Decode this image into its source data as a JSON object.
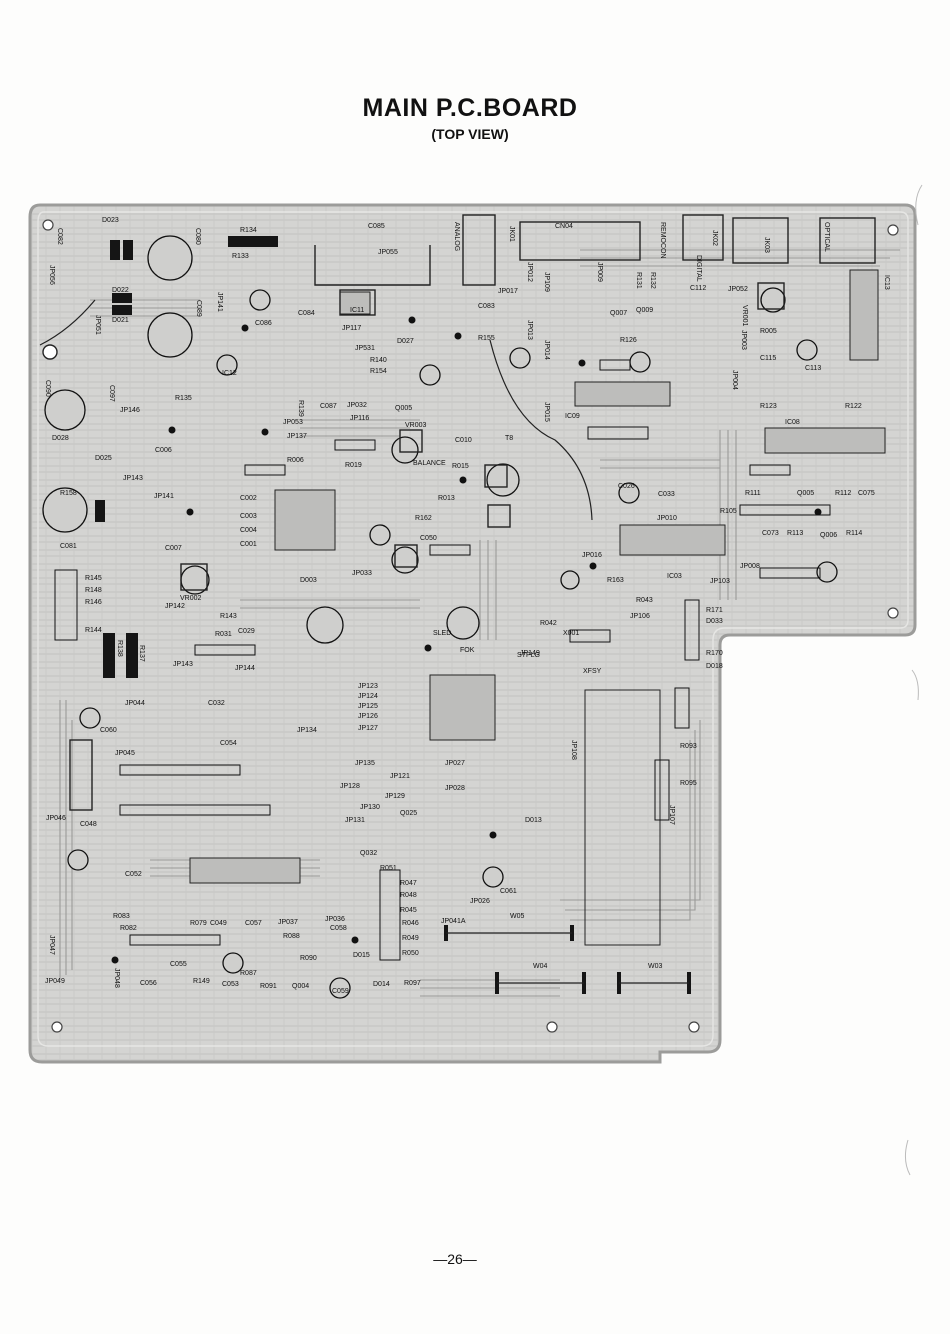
{
  "document": {
    "title": "MAIN P.C.BOARD",
    "subtitle": "(TOP VIEW)",
    "page_number": "—26—"
  },
  "colors": {
    "board_fill": "#d2d2d0",
    "board_edge": "#9c9c9a",
    "trace": "#8e8e8c",
    "ink": "#111111"
  },
  "icons": {
    "ic_chip": "ic-chip-icon",
    "capacitor": "electrolytic-capacitor-icon",
    "mount_hole": "mounting-hole-icon"
  },
  "labels": [
    {
      "id": "c082",
      "text": "C082",
      "vertical": true
    },
    {
      "id": "d023",
      "text": "D023",
      "vertical": false
    },
    {
      "id": "c080",
      "text": "C080",
      "vertical": true
    },
    {
      "id": "r134",
      "text": "R134",
      "vertical": false
    },
    {
      "id": "r133",
      "text": "R133",
      "vertical": false
    },
    {
      "id": "c085",
      "text": "C085",
      "vertical": false
    },
    {
      "id": "jp055",
      "text": "JP055",
      "vertical": false
    },
    {
      "id": "ic11",
      "text": "IC11",
      "vertical": false
    },
    {
      "id": "jp117",
      "text": "JP117",
      "vertical": false
    },
    {
      "id": "analog",
      "text": "ANALOG",
      "vertical": true
    },
    {
      "id": "jk01",
      "text": "JK01",
      "vertical": true
    },
    {
      "id": "cn04",
      "text": "CN04",
      "vertical": false
    },
    {
      "id": "remocon",
      "text": "REMOCON",
      "vertical": true
    },
    {
      "id": "jk02",
      "text": "JK02",
      "vertical": true
    },
    {
      "id": "digital",
      "text": "DIGITAL",
      "vertical": true
    },
    {
      "id": "jk03",
      "text": "JK03",
      "vertical": true
    },
    {
      "id": "optical",
      "text": "OPTICAL",
      "vertical": true
    },
    {
      "id": "ic13",
      "text": "IC13",
      "vertical": true
    },
    {
      "id": "jp056",
      "text": "JP056",
      "vertical": true
    },
    {
      "id": "jp051",
      "text": "JP051",
      "vertical": true
    },
    {
      "id": "d021",
      "text": "D021",
      "vertical": false
    },
    {
      "id": "d022",
      "text": "D022",
      "vertical": false
    },
    {
      "id": "c089",
      "text": "C089",
      "vertical": true
    },
    {
      "id": "jp141",
      "text": "JP141",
      "vertical": true
    },
    {
      "id": "c086",
      "text": "C086",
      "vertical": false
    },
    {
      "id": "c084",
      "text": "C084",
      "vertical": false
    },
    {
      "id": "jp531",
      "text": "JP531",
      "vertical": false
    },
    {
      "id": "d027",
      "text": "D027",
      "vertical": false
    },
    {
      "id": "r140",
      "text": "R140",
      "vertical": false
    },
    {
      "id": "r154",
      "text": "R154",
      "vertical": false
    },
    {
      "id": "c083",
      "text": "C083",
      "vertical": false
    },
    {
      "id": "r155",
      "text": "R155",
      "vertical": false
    },
    {
      "id": "jp017",
      "text": "JP017",
      "vertical": false
    },
    {
      "id": "jp012",
      "text": "JP012",
      "vertical": true
    },
    {
      "id": "jp109",
      "text": "JP109",
      "vertical": true
    },
    {
      "id": "jp009",
      "text": "JP009",
      "vertical": true
    },
    {
      "id": "r131",
      "text": "R131",
      "vertical": true
    },
    {
      "id": "r132",
      "text": "R132",
      "vertical": true
    },
    {
      "id": "c112",
      "text": "C112",
      "vertical": false
    },
    {
      "id": "jp052",
      "text": "JP052",
      "vertical": false
    },
    {
      "id": "ic12",
      "text": "IC12",
      "vertical": false
    },
    {
      "id": "q009",
      "text": "Q009",
      "vertical": false
    },
    {
      "id": "q007",
      "text": "Q007",
      "vertical": false
    },
    {
      "id": "r126",
      "text": "R126",
      "vertical": false
    },
    {
      "id": "jp013",
      "text": "JP013",
      "vertical": true
    },
    {
      "id": "jp014",
      "text": "JP014",
      "vertical": true
    },
    {
      "id": "vr001",
      "text": "VR001",
      "vertical": true
    },
    {
      "id": "r005",
      "text": "R005",
      "vertical": false
    },
    {
      "id": "c115",
      "text": "C115",
      "vertical": false
    },
    {
      "id": "c113",
      "text": "C113",
      "vertical": false
    },
    {
      "id": "jp004",
      "text": "JP004",
      "vertical": true
    },
    {
      "id": "jp003",
      "text": "JP003",
      "vertical": true
    },
    {
      "id": "c090",
      "text": "C090",
      "vertical": true
    },
    {
      "id": "c097",
      "text": "C097",
      "vertical": true
    },
    {
      "id": "jp146",
      "text": "JP146",
      "vertical": false
    },
    {
      "id": "r135",
      "text": "R135",
      "vertical": false
    },
    {
      "id": "r139",
      "text": "R139",
      "vertical": true
    },
    {
      "id": "c087",
      "text": "C087",
      "vertical": false
    },
    {
      "id": "jp032",
      "text": "JP032",
      "vertical": false
    },
    {
      "id": "jp116",
      "text": "JP116",
      "vertical": false
    },
    {
      "id": "q005",
      "text": "Q005",
      "vertical": false
    },
    {
      "id": "jp015",
      "text": "JP015",
      "vertical": true
    },
    {
      "id": "ic09",
      "text": "IC09",
      "vertical": false
    },
    {
      "id": "ic08",
      "text": "IC08",
      "vertical": false
    },
    {
      "id": "r123",
      "text": "R123",
      "vertical": false
    },
    {
      "id": "r122",
      "text": "R122",
      "vertical": false
    },
    {
      "id": "d028",
      "text": "D028",
      "vertical": false
    },
    {
      "id": "d025",
      "text": "D025",
      "vertical": false
    },
    {
      "id": "r158",
      "text": "R158",
      "vertical": false
    },
    {
      "id": "c006",
      "text": "C006",
      "vertical": false
    },
    {
      "id": "jp137",
      "text": "JP137",
      "vertical": false
    },
    {
      "id": "jp053",
      "text": "JP053",
      "vertical": false
    },
    {
      "id": "r006",
      "text": "R006",
      "vertical": false
    },
    {
      "id": "vr003",
      "text": "VR003",
      "vertical": false
    },
    {
      "id": "c010",
      "text": "C010",
      "vertical": false
    },
    {
      "id": "t8",
      "text": "T8",
      "vertical": false
    },
    {
      "id": "r015",
      "text": "R015",
      "vertical": false
    },
    {
      "id": "balance",
      "text": "BALANCE",
      "vertical": false
    },
    {
      "id": "jp143",
      "text": "JP143",
      "vertical": false
    },
    {
      "id": "jp141b",
      "text": "JP141",
      "vertical": false
    },
    {
      "id": "c002",
      "text": "C002",
      "vertical": false
    },
    {
      "id": "c003",
      "text": "C003",
      "vertical": false
    },
    {
      "id": "c004",
      "text": "C004",
      "vertical": false
    },
    {
      "id": "c001",
      "text": "C001",
      "vertical": false
    },
    {
      "id": "r019",
      "text": "R019",
      "vertical": false
    },
    {
      "id": "r013",
      "text": "R013",
      "vertical": false
    },
    {
      "id": "c026",
      "text": "C026",
      "vertical": false
    },
    {
      "id": "c033",
      "text": "C033",
      "vertical": false
    },
    {
      "id": "jp010",
      "text": "JP010",
      "vertical": false
    },
    {
      "id": "r105",
      "text": "R105",
      "vertical": false
    },
    {
      "id": "r111",
      "text": "R111",
      "vertical": false
    },
    {
      "id": "q005b",
      "text": "Q005",
      "vertical": false
    },
    {
      "id": "r112",
      "text": "R112",
      "vertical": false
    },
    {
      "id": "c075",
      "text": "C075",
      "vertical": false
    },
    {
      "id": "c081",
      "text": "C081",
      "vertical": false
    },
    {
      "id": "r145",
      "text": "R145",
      "vertical": false
    },
    {
      "id": "r148",
      "text": "R148",
      "vertical": false
    },
    {
      "id": "r146",
      "text": "R146",
      "vertical": false
    },
    {
      "id": "c073",
      "text": "C073",
      "vertical": false
    },
    {
      "id": "r113",
      "text": "R113",
      "vertical": false
    },
    {
      "id": "q006",
      "text": "Q006",
      "vertical": false
    },
    {
      "id": "r114",
      "text": "R114",
      "vertical": false
    },
    {
      "id": "c007",
      "text": "C007",
      "vertical": false
    },
    {
      "id": "vr002",
      "text": "VR002",
      "vertical": false
    },
    {
      "id": "jp033",
      "text": "JP033",
      "vertical": false
    },
    {
      "id": "d003",
      "text": "D003",
      "vertical": false
    },
    {
      "id": "r162",
      "text": "R162",
      "vertical": false
    },
    {
      "id": "c050",
      "text": "C050",
      "vertical": false
    },
    {
      "id": "jp016",
      "text": "JP016",
      "vertical": false
    },
    {
      "id": "r163",
      "text": "R163",
      "vertical": false
    },
    {
      "id": "ic03",
      "text": "IC03",
      "vertical": false
    },
    {
      "id": "jp103",
      "text": "JP103",
      "vertical": false
    },
    {
      "id": "jp008",
      "text": "JP008",
      "vertical": false
    },
    {
      "id": "r143",
      "text": "R143",
      "vertical": false
    },
    {
      "id": "jp142",
      "text": "JP142",
      "vertical": false
    },
    {
      "id": "r144",
      "text": "R144",
      "vertical": false
    },
    {
      "id": "c029",
      "text": "C029",
      "vertical": false
    },
    {
      "id": "r031",
      "text": "R031",
      "vertical": false
    },
    {
      "id": "r138",
      "text": "R138",
      "vertical": true
    },
    {
      "id": "r137",
      "text": "R137",
      "vertical": true
    },
    {
      "id": "r042",
      "text": "R042",
      "vertical": false
    },
    {
      "id": "x001",
      "text": "X001",
      "vertical": false
    },
    {
      "id": "r043",
      "text": "R043",
      "vertical": false
    },
    {
      "id": "jp106",
      "text": "JP106",
      "vertical": false
    },
    {
      "id": "r171",
      "text": "R171",
      "vertical": false
    },
    {
      "id": "d033",
      "text": "D033",
      "vertical": false
    },
    {
      "id": "jp149",
      "text": "JP149",
      "vertical": false
    },
    {
      "id": "sled",
      "text": "SLED",
      "vertical": false
    },
    {
      "id": "fok",
      "text": "FOK",
      "vertical": false
    },
    {
      "id": "stplg",
      "text": "STPLG",
      "vertical": false
    },
    {
      "id": "xfsy",
      "text": "XFSY",
      "vertical": false
    },
    {
      "id": "r170",
      "text": "R170",
      "vertical": false
    },
    {
      "id": "d018",
      "text": "D018",
      "vertical": false
    },
    {
      "id": "jp143b",
      "text": "JP143",
      "vertical": false
    },
    {
      "id": "jp144",
      "text": "JP144",
      "vertical": false
    },
    {
      "id": "c032",
      "text": "C032",
      "vertical": false
    },
    {
      "id": "jp123",
      "text": "JP123",
      "vertical": false
    },
    {
      "id": "jp124",
      "text": "JP124",
      "vertical": false
    },
    {
      "id": "jp125",
      "text": "JP125",
      "vertical": false
    },
    {
      "id": "jp126",
      "text": "JP126",
      "vertical": false
    },
    {
      "id": "jp127",
      "text": "JP127",
      "vertical": false
    },
    {
      "id": "jp044",
      "text": "JP044",
      "vertical": false
    },
    {
      "id": "c060",
      "text": "C060",
      "vertical": false
    },
    {
      "id": "jp134",
      "text": "JP134",
      "vertical": false
    },
    {
      "id": "jp045",
      "text": "JP045",
      "vertical": false
    },
    {
      "id": "c054",
      "text": "C054",
      "vertical": false
    },
    {
      "id": "jp135",
      "text": "JP135",
      "vertical": false
    },
    {
      "id": "jp121",
      "text": "JP121",
      "vertical": false
    },
    {
      "id": "jp027",
      "text": "JP027",
      "vertical": false
    },
    {
      "id": "jp028",
      "text": "JP028",
      "vertical": false
    },
    {
      "id": "jp128",
      "text": "JP128",
      "vertical": false
    },
    {
      "id": "jp129",
      "text": "JP129",
      "vertical": false
    },
    {
      "id": "jp130",
      "text": "JP130",
      "vertical": false
    },
    {
      "id": "jp131",
      "text": "JP131",
      "vertical": false
    },
    {
      "id": "jp046",
      "text": "JP046",
      "vertical": false
    },
    {
      "id": "c048",
      "text": "C048",
      "vertical": false
    },
    {
      "id": "q025",
      "text": "Q025",
      "vertical": false
    },
    {
      "id": "d013",
      "text": "D013",
      "vertical": false
    },
    {
      "id": "q032",
      "text": "Q032",
      "vertical": false
    },
    {
      "id": "c052",
      "text": "C052",
      "vertical": false
    },
    {
      "id": "r051",
      "text": "R051",
      "vertical": false
    },
    {
      "id": "r047",
      "text": "R047",
      "vertical": false
    },
    {
      "id": "r048",
      "text": "R048",
      "vertical": false
    },
    {
      "id": "jp026",
      "text": "JP026",
      "vertical": false
    },
    {
      "id": "c061",
      "text": "C061",
      "vertical": false
    },
    {
      "id": "r045",
      "text": "R045",
      "vertical": false
    },
    {
      "id": "jp041a",
      "text": "JP041A",
      "vertical": false
    },
    {
      "id": "w05",
      "text": "W05",
      "vertical": false
    },
    {
      "id": "r083",
      "text": "R083",
      "vertical": false
    },
    {
      "id": "r082",
      "text": "R082",
      "vertical": false
    },
    {
      "id": "r079",
      "text": "R079",
      "vertical": false
    },
    {
      "id": "c049",
      "text": "C049",
      "vertical": false
    },
    {
      "id": "c057",
      "text": "C057",
      "vertical": false
    },
    {
      "id": "jp037",
      "text": "JP037",
      "vertical": false
    },
    {
      "id": "jp036",
      "text": "JP036",
      "vertical": false
    },
    {
      "id": "r046",
      "text": "R046",
      "vertical": false
    },
    {
      "id": "c058",
      "text": "C058",
      "vertical": false
    },
    {
      "id": "r088",
      "text": "R088",
      "vertical": false
    },
    {
      "id": "r049",
      "text": "R049",
      "vertical": false
    },
    {
      "id": "r090",
      "text": "R090",
      "vertical": false
    },
    {
      "id": "r050",
      "text": "R050",
      "vertical": false
    },
    {
      "id": "d015",
      "text": "D015",
      "vertical": false
    },
    {
      "id": "w04",
      "text": "W04",
      "vertical": false
    },
    {
      "id": "w03",
      "text": "W03",
      "vertical": false
    },
    {
      "id": "c055",
      "text": "C055",
      "vertical": false
    },
    {
      "id": "r087",
      "text": "R087",
      "vertical": false
    },
    {
      "id": "jp049",
      "text": "JP049",
      "vertical": false
    },
    {
      "id": "r149",
      "text": "R149",
      "vertical": false
    },
    {
      "id": "c056",
      "text": "C056",
      "vertical": false
    },
    {
      "id": "c059",
      "text": "C059",
      "vertical": false
    },
    {
      "id": "r091",
      "text": "R091",
      "vertical": false
    },
    {
      "id": "q004",
      "text": "Q004",
      "vertical": false
    },
    {
      "id": "c053",
      "text": "C053",
      "vertical": false
    },
    {
      "id": "d014",
      "text": "D014",
      "vertical": false
    },
    {
      "id": "r097",
      "text": "R097",
      "vertical": false
    },
    {
      "id": "jp047",
      "text": "JP047",
      "vertical": true
    },
    {
      "id": "jp048",
      "text": "JP048",
      "vertical": true
    },
    {
      "id": "r093",
      "text": "R093",
      "vertical": false
    },
    {
      "id": "r095",
      "text": "R095",
      "vertical": false
    },
    {
      "id": "jp108",
      "text": "JP108",
      "vertical": true
    },
    {
      "id": "jp107",
      "text": "JP107",
      "vertical": true
    }
  ]
}
